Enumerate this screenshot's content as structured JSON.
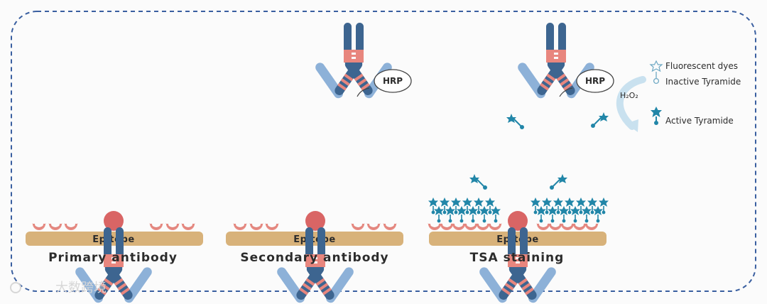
{
  "colors": {
    "frame_border": "#3a5fa0",
    "surface": "#d8b27a",
    "epitope": "#d96565",
    "heavy_chain": "#3d6590",
    "light_chain": "#8db1d8",
    "hinge": "#e8867e",
    "tyramide": "#2186a8",
    "background": "#fbfbfb"
  },
  "panels": [
    {
      "caption": "Primary antibody",
      "epitope_label": "Epitope"
    },
    {
      "caption": "Secondary antibody",
      "epitope_label": "Epitope",
      "enzyme_label": "HRP"
    },
    {
      "caption": "TSA staining",
      "epitope_label": "Epitope",
      "enzyme_label": "HRP"
    }
  ],
  "reaction": {
    "reagent": "H₂O₂"
  },
  "legend": {
    "items": [
      {
        "icon": "fluorescent-dye-icon",
        "label": "Fluorescent dyes"
      },
      {
        "icon": "inactive-tyramide-icon",
        "label": "Inactive Tyramide"
      },
      {
        "icon": "active-tyramide-icon",
        "label": "Active Tyramide"
      }
    ]
  },
  "watermark": "大数跨境"
}
